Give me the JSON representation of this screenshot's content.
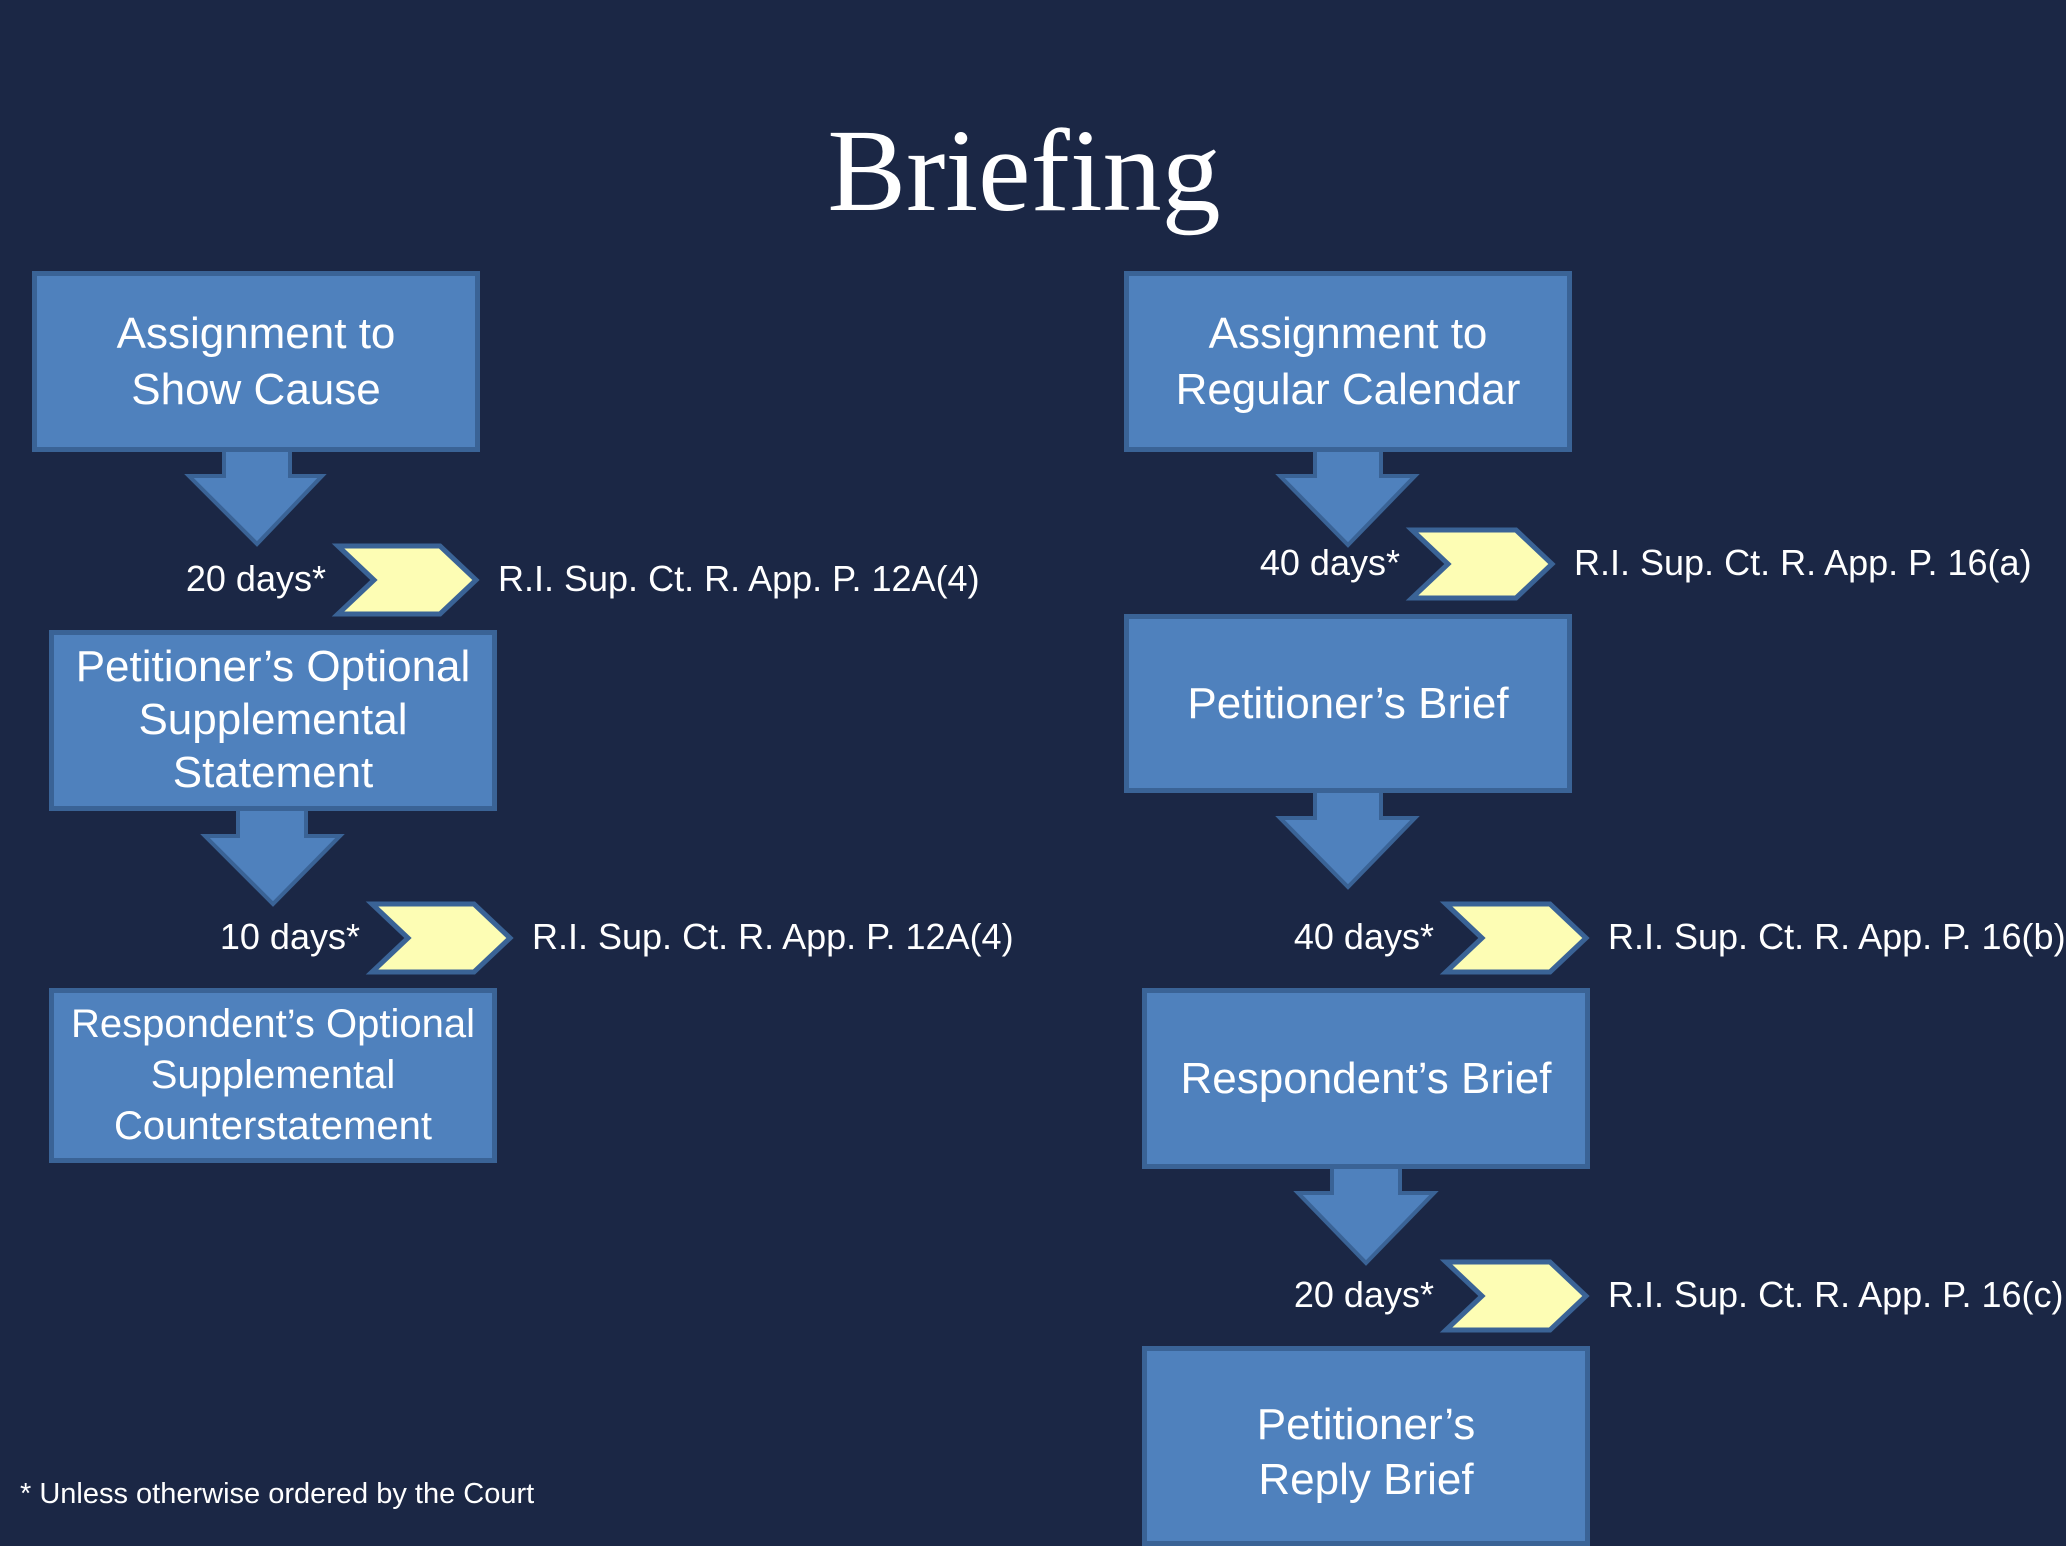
{
  "slide": {
    "title": "Briefing",
    "footnote": "* Unless otherwise ordered by the Court"
  },
  "colors": {
    "background": "#1b2745",
    "box_fill": "#4f81bd",
    "box_border": "#3a6396",
    "chevron_fill": "#fdfdb4",
    "text": "#ffffff"
  },
  "left_track": {
    "box_1": {
      "line_1": "Assignment to",
      "line_2": "Show Cause"
    },
    "step_1": {
      "days": "20 days*",
      "rule": "R.I. Sup. Ct. R. App. P.  12A(4)"
    },
    "box_2": {
      "line_1": "Petitioner’s Optional",
      "line_2": "Supplemental",
      "line_3": "Statement"
    },
    "step_2": {
      "days": "10 days*",
      "rule": "R.I. Sup. Ct. R. App. P. 12A(4)"
    },
    "box_3": {
      "line_1": "Respondent’s Optional",
      "line_2": "Supplemental",
      "line_3": "Counterstatement"
    }
  },
  "right_track": {
    "box_1": {
      "line_1": "Assignment to",
      "line_2": "Regular Calendar"
    },
    "step_1": {
      "days": "40 days*",
      "rule": "R.I. Sup. Ct. R. App. P.  16(a)"
    },
    "box_2": {
      "line_1": "Petitioner’s Brief"
    },
    "step_2": {
      "days": "40 days*",
      "rule": "R.I. Sup. Ct. R. App. P. 16(b)"
    },
    "box_3": {
      "line_1": "Respondent’s Brief"
    },
    "step_3": {
      "days": "20 days*",
      "rule": "R.I. Sup. Ct. R. App. P. 16(c)"
    },
    "box_4": {
      "line_1": "Petitioner’s",
      "line_2": "Reply Brief"
    }
  }
}
